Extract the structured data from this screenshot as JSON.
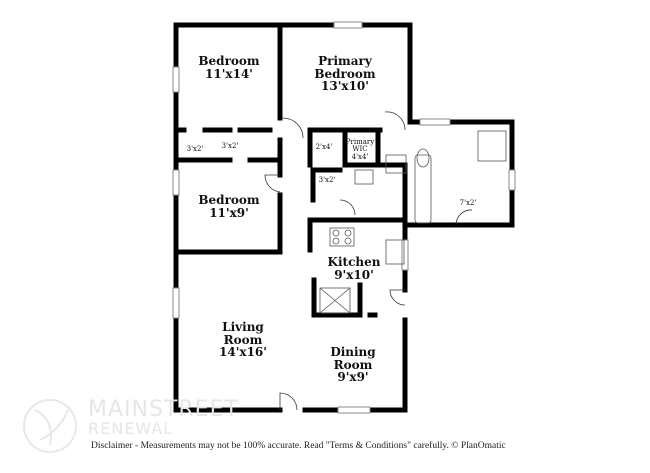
{
  "rooms": [
    {
      "name": "Bedroom",
      "size": "11'x14'"
    },
    {
      "name": "Primary Bedroom",
      "size": "13'x10'"
    },
    {
      "name": "Bedroom",
      "size": "11'x9'"
    },
    {
      "name": "Kitchen",
      "size": "9'x10'"
    },
    {
      "name": "Living Room",
      "size": "14'x16'"
    },
    {
      "name": "Dining Room",
      "size": "9'x9'"
    },
    {
      "name": "Primary WIC",
      "size": "4'x4'"
    }
  ],
  "closets": [
    "3'x2'",
    "3'x2'",
    "2'x4'",
    "3'x2'",
    "7'x2'"
  ],
  "logo": {
    "line1": "MAINSTREET",
    "line2": "RENEWAL"
  },
  "disclaimer": "Disclaimer - Measurements may not be 100% accurate. Read \"Terms & Conditions\" carefully. © PlanOmatic"
}
